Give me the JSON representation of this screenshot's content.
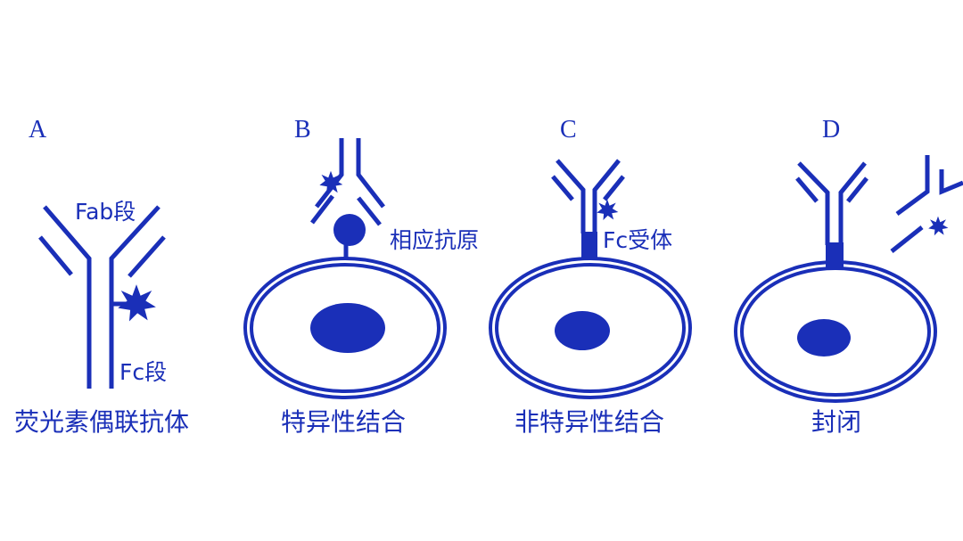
{
  "colors": {
    "ink": "#1a2fb8",
    "background": "#ffffff"
  },
  "panels": [
    {
      "letter": "A",
      "caption": "荧光素偶联抗体",
      "callouts": {
        "top": "Fab段",
        "bottom": "Fc段"
      }
    },
    {
      "letter": "B",
      "caption": "特异性结合",
      "callouts": {
        "side": "相应抗原"
      }
    },
    {
      "letter": "C",
      "caption": "非特异性结合",
      "callouts": {
        "side": "Fc受体"
      }
    },
    {
      "letter": "D",
      "caption": "封闭"
    }
  ],
  "icons": [
    "fluorescein-star-icon",
    "antigen-icon",
    "fc-receptor-icon",
    "blocking-protein-icon"
  ]
}
